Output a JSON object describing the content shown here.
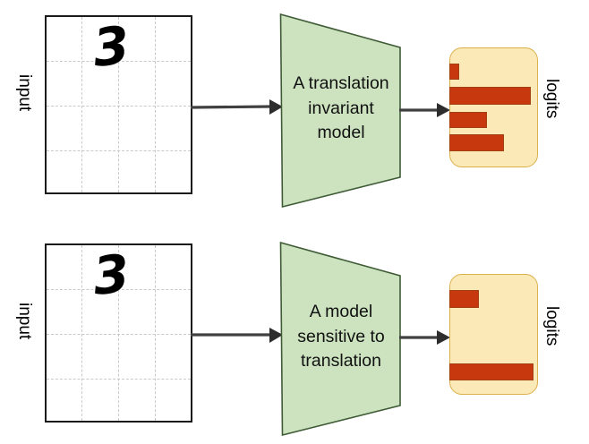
{
  "diagram": {
    "title_text": null,
    "colors": {
      "model_fill": "#CDE3C0",
      "model_stroke": "#3F5B36",
      "logits_fill": "#FCE9B8",
      "logits_stroke": "#D9B14B",
      "bar_fill": "#C8380E",
      "bar_stroke": "#A33F12",
      "arrow": "#404040",
      "panel_stroke": "#1A1A1A",
      "grid": "#C9C9C9"
    },
    "rows": [
      {
        "id": "translation-invariant",
        "input": {
          "label": "input",
          "digit": "3",
          "grid_cols": 4,
          "grid_rows": 4,
          "digit_cell": {
            "col": 1,
            "row": 0
          }
        },
        "model": {
          "lines": [
            "A translation",
            "invariant",
            "model"
          ],
          "shape": "trapezoid"
        },
        "output": {
          "label": "logits",
          "bars": [
            {
              "index": 0,
              "value": 0.1
            },
            {
              "index": 1,
              "value": 0.92
            },
            {
              "index": 2,
              "value": 0.42
            },
            {
              "index": 3,
              "value": 0.61
            }
          ]
        }
      },
      {
        "id": "translation-sensitive",
        "input": {
          "label": "input",
          "digit": "3",
          "grid_cols": 4,
          "grid_rows": 4,
          "digit_cell": {
            "col": 1,
            "row": 0
          }
        },
        "model": {
          "lines": [
            "A model",
            "sensitive to",
            "translation"
          ],
          "shape": "trapezoid"
        },
        "output": {
          "label": "logits",
          "bars": [
            {
              "index": 0,
              "value": 0.33
            },
            {
              "index": 1,
              "value": 0.95
            }
          ]
        }
      }
    ]
  }
}
